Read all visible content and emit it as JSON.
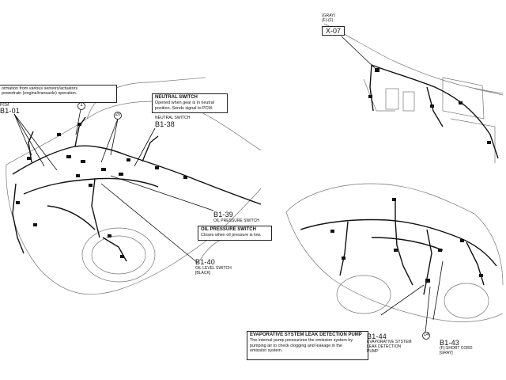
{
  "pcm_box": {
    "line1": "ormation from various sensors/actuators",
    "line2": "powertrain (engine/transaxle) operation."
  },
  "pcm": {
    "label": "PCM",
    "code": "B1-01"
  },
  "callouts": {
    "c1": "1",
    "c20": "20",
    "c14": "14"
  },
  "neutral_box": {
    "title": "NEUTRAL SWITCH",
    "line1": "Opened when gear is in neutral",
    "line2": "position. Sends signal to PCM."
  },
  "neutral": {
    "label": "NEUTRAL SWITCH",
    "code": "B1-38"
  },
  "oil_pressure": {
    "code": "B1-39",
    "label": "OIL PRESSURE SWITCH"
  },
  "oil_box": {
    "title": "OIL PRESSURE SWITCH",
    "line1": "Closes when oil pressure is low."
  },
  "oil_level": {
    "code": "B1-40",
    "label": "OIL LEVEL SWITCH",
    "color": "[BLACK]"
  },
  "x07": {
    "line1": "(GRAY)",
    "line2": "(F)-(F)",
    "code": "X-07"
  },
  "evap_box": {
    "title": "EVAPORATIVE SYSTEM LEAK DETECTION PUMP",
    "line1": "The internal pump pressurizes the emission system by",
    "line2": "pumping air to check clogging and leakage in the",
    "line3": "emission system."
  },
  "b144": {
    "code": "B1-44",
    "line1": "EVAPORATIVE SYSTEM",
    "line2": "LEAK DETECTION",
    "line3": "PUMP"
  },
  "b143": {
    "code": "B1-43",
    "line1": "(F)-SHORT CORD",
    "line2": "[GRAY]"
  }
}
